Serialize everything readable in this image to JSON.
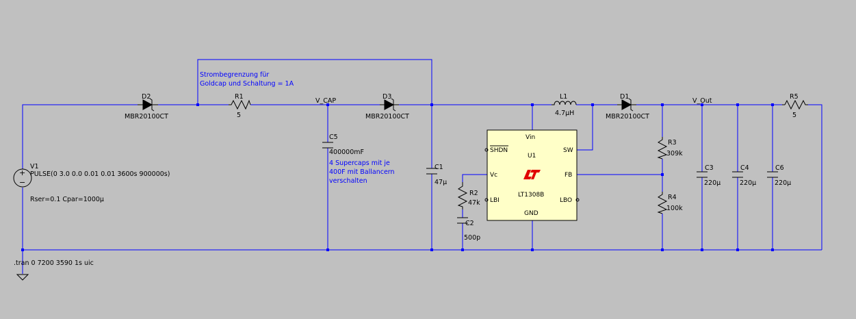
{
  "colors": {
    "background": "#c0c0c0",
    "wire": "#0000ff",
    "component": "#000000",
    "ic_fill": "#ffffc8",
    "logo": "#e00000"
  },
  "components": {
    "V1": {
      "name": "V1",
      "value": "PULSE(0 3.0 0.0 0.01 0.01 3600s 900000s)",
      "param": "Rser=0.1 Cpar=1000µ"
    },
    "D2": {
      "name": "D2",
      "value": "MBR20100CT"
    },
    "R1": {
      "name": "R1",
      "value": "5"
    },
    "D3": {
      "name": "D3",
      "value": "MBR20100CT"
    },
    "C5": {
      "name": "C5",
      "value": "400000mF"
    },
    "C1": {
      "name": "C1",
      "value": "47µ"
    },
    "L1": {
      "name": "L1",
      "value": "4.7µH"
    },
    "D1": {
      "name": "D1",
      "value": "MBR20100CT"
    },
    "R2": {
      "name": "R2",
      "value": "47k"
    },
    "C2": {
      "name": "C2",
      "value": "500p"
    },
    "R3": {
      "name": "R3",
      "value": "309k"
    },
    "R4": {
      "name": "R4",
      "value": "100k"
    },
    "C3": {
      "name": "C3",
      "value": "220µ"
    },
    "C4": {
      "name": "C4",
      "value": "220µ"
    },
    "C6": {
      "name": "C6",
      "value": "220µ"
    },
    "R5": {
      "name": "R5",
      "value": "5"
    }
  },
  "ic": {
    "ref": "U1",
    "part": "LT1308B",
    "pins": {
      "vin": "Vin",
      "shdn": "SHDN",
      "sw": "SW",
      "vc": "Vc",
      "fb": "FB",
      "lbi": "LBI",
      "lbo": "LBO",
      "gnd": "GND"
    },
    "logo_icon": "linear-technology-logo-icon"
  },
  "nets": {
    "vcap": "V_CAP",
    "vout": "V_Out"
  },
  "notes": {
    "limit_line1": "Strombegrenzung für",
    "limit_line2": "Goldcap und Schaltung = 1A",
    "caps_line1": "4 Supercaps mit je",
    "caps_line2": "400F mit Ballancern",
    "caps_line3": "verschalten"
  },
  "directive": ".tran 0 7200 3590 1s uic",
  "icons": {
    "ground": "ground-icon",
    "source": "voltage-source-icon"
  }
}
